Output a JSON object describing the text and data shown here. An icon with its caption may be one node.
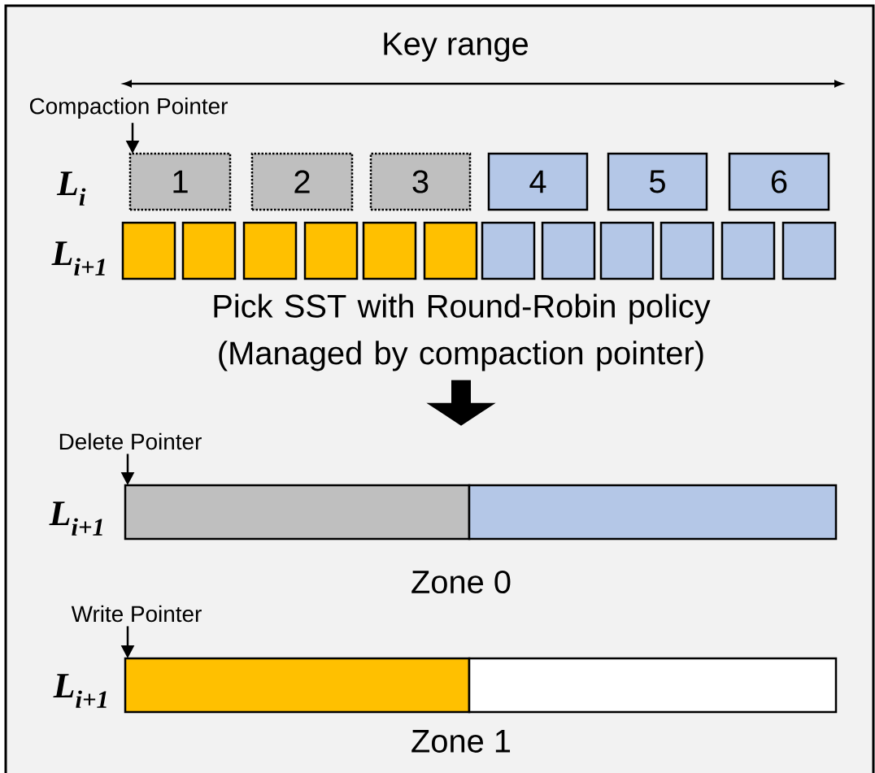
{
  "diagram": {
    "nodes": [
      {
        "text": [
          "Compaction Pointer"
        ]
      },
      {
        "text": [
          "1"
        ]
      },
      {
        "text": [
          "2"
        ]
      },
      {
        "text": [
          "3"
        ]
      },
      {
        "text": [
          "4"
        ]
      },
      {
        "text": [
          "5"
        ]
      },
      {
        "text": [
          "6"
        ]
      },
      {
        "text": [],
        "shape": "box"
      },
      {
        "text": [],
        "shape": "box"
      },
      {
        "text": [],
        "shape": "box"
      },
      {
        "text": [],
        "shape": "box"
      },
      {
        "text": [],
        "shape": "box"
      },
      {
        "text": [],
        "shape": "box"
      },
      {
        "text": [],
        "shape": "box"
      },
      {
        "text": [],
        "shape": "box"
      },
      {
        "text": [],
        "shape": "box"
      },
      {
        "text": [],
        "shape": "box"
      },
      {
        "text": [],
        "shape": "box"
      },
      {
        "text": [],
        "shape": "box"
      },
      {
        "text": [
          "Pick SST with Round-Robin policy (Managed by compaction pointer)"
        ]
      },
      {
        "text": [
          "Delete Pointer"
        ]
      },
      {
        "text": [],
        "shape": "box"
      },
      {
        "text": [],
        "shape": "box"
      },
      {
        "text": [
          "Write Pointer"
        ]
      },
      {
        "text": [],
        "shape": "box"
      },
      {
        "text": [],
        "shape": "box"
      }
    ],
    "edges": [
      {
        "from": 0,
        "to": 1,
        "arrow": "to"
      },
      {
        "from": 19,
        "to": null,
        "arrow": "to",
        "style": "thick"
      },
      {
        "from": 20,
        "to": 21,
        "arrow": "to"
      },
      {
        "from": 23,
        "to": 24,
        "arrow": "to"
      }
    ],
    "labels": [
      "Key range",
      "L$_{i}$",
      "L$_{i+1}$",
      "L$_{i+1}$",
      "Zone 0",
      "L$_{i+1}$",
      "Zone 1"
    ]
  }
}
